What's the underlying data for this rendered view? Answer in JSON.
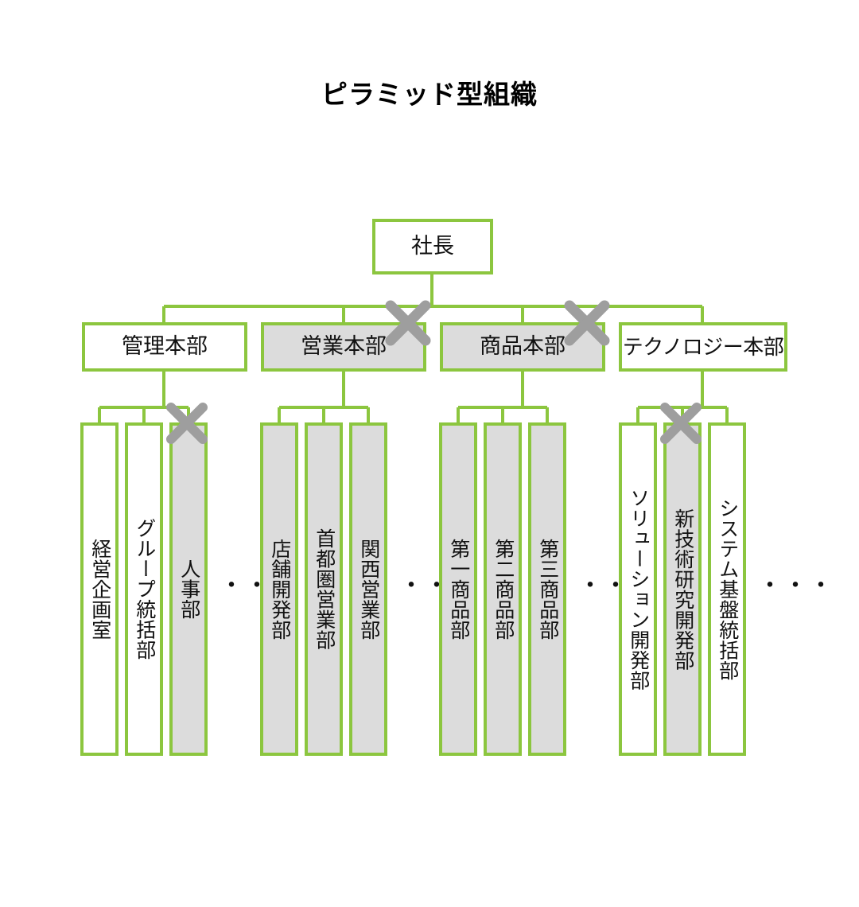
{
  "title": "ピラミッド型組織",
  "colors": {
    "border": "#8CC63F",
    "fill_highlight": "#DCDCDC",
    "fill_plain": "#FFFFFF",
    "x_mark": "#9E9E9E",
    "text": "#111111",
    "background": "#FFFFFF"
  },
  "ellipsis": "・・・",
  "root": {
    "label": "社長",
    "filled": false,
    "crossed": false
  },
  "divisions": [
    {
      "label": "管理本部",
      "filled": false,
      "crossed": false,
      "departments": [
        {
          "label": "経営企画室",
          "filled": false,
          "crossed": false
        },
        {
          "label": "グループ統括部",
          "filled": false,
          "crossed": false
        },
        {
          "label": "人事部",
          "filled": true,
          "crossed": true
        }
      ]
    },
    {
      "label": "営業本部",
      "filled": true,
      "crossed": true,
      "departments": [
        {
          "label": "店舗開発部",
          "filled": true,
          "crossed": false
        },
        {
          "label": "首都圏営業部",
          "filled": true,
          "crossed": false
        },
        {
          "label": "関西営業部",
          "filled": true,
          "crossed": false
        }
      ]
    },
    {
      "label": "商品本部",
      "filled": true,
      "crossed": true,
      "departments": [
        {
          "label": "第一商品部",
          "filled": true,
          "crossed": false
        },
        {
          "label": "第二商品部",
          "filled": true,
          "crossed": false
        },
        {
          "label": "第三商品部",
          "filled": true,
          "crossed": false
        }
      ]
    },
    {
      "label": "テクノロジー本部",
      "filled": false,
      "crossed": false,
      "departments": [
        {
          "label": "ソリューション開発部",
          "filled": false,
          "crossed": false
        },
        {
          "label": "新技術研究開発部",
          "filled": true,
          "crossed": true
        },
        {
          "label": "システム基盤統括部",
          "filled": false,
          "crossed": false
        }
      ]
    }
  ]
}
